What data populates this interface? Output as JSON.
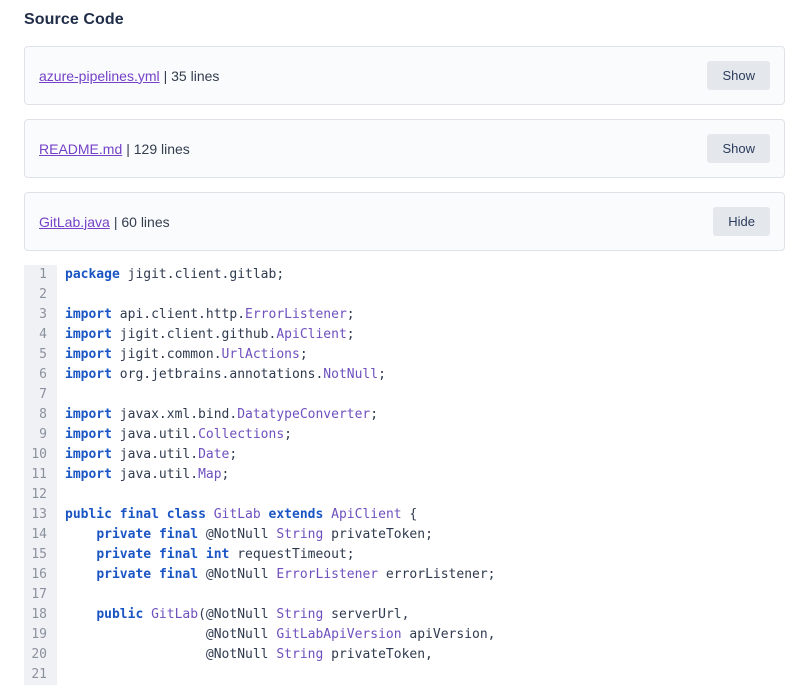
{
  "title": "Source Code",
  "colors": {
    "link_purple": "#7442c8",
    "keyword_blue": "#1a55c4",
    "type_purple": "#6e50be",
    "code_text": "#2f3a4f",
    "panel_bg": "#fafbfc",
    "panel_border": "#dfe2e6",
    "button_bg": "#e4e7eb",
    "gutter_bg": "#f0f1f4"
  },
  "files": [
    {
      "name": "azure-pipelines.yml",
      "lines_label": "| 35 lines",
      "toggle": "Show",
      "expanded": false
    },
    {
      "name": "README.md",
      "lines_label": "| 129 lines",
      "toggle": "Show",
      "expanded": false
    },
    {
      "name": "GitLab.java",
      "lines_label": "| 60 lines",
      "toggle": "Hide",
      "expanded": true
    }
  ],
  "code": {
    "file": "GitLab.java",
    "total_lines": 60,
    "visible_lines": [
      {
        "n": 1,
        "tokens": [
          [
            "kw",
            "package"
          ],
          [
            "pl",
            " jigit.client.gitlab;"
          ]
        ]
      },
      {
        "n": 2,
        "tokens": []
      },
      {
        "n": 3,
        "tokens": [
          [
            "kw",
            "import"
          ],
          [
            "pl",
            " api.client.http."
          ],
          [
            "ty",
            "ErrorListener"
          ],
          [
            "pl",
            ";"
          ]
        ]
      },
      {
        "n": 4,
        "tokens": [
          [
            "kw",
            "import"
          ],
          [
            "pl",
            " jigit.client.github."
          ],
          [
            "ty",
            "ApiClient"
          ],
          [
            "pl",
            ";"
          ]
        ]
      },
      {
        "n": 5,
        "tokens": [
          [
            "kw",
            "import"
          ],
          [
            "pl",
            " jigit.common."
          ],
          [
            "ty",
            "UrlActions"
          ],
          [
            "pl",
            ";"
          ]
        ]
      },
      {
        "n": 6,
        "tokens": [
          [
            "kw",
            "import"
          ],
          [
            "pl",
            " org.jetbrains.annotations."
          ],
          [
            "ty",
            "NotNull"
          ],
          [
            "pl",
            ";"
          ]
        ]
      },
      {
        "n": 7,
        "tokens": []
      },
      {
        "n": 8,
        "tokens": [
          [
            "kw",
            "import"
          ],
          [
            "pl",
            " javax.xml.bind."
          ],
          [
            "ty",
            "DatatypeConverter"
          ],
          [
            "pl",
            ";"
          ]
        ]
      },
      {
        "n": 9,
        "tokens": [
          [
            "kw",
            "import"
          ],
          [
            "pl",
            " java.util."
          ],
          [
            "ty",
            "Collections"
          ],
          [
            "pl",
            ";"
          ]
        ]
      },
      {
        "n": 10,
        "tokens": [
          [
            "kw",
            "import"
          ],
          [
            "pl",
            " java.util."
          ],
          [
            "ty",
            "Date"
          ],
          [
            "pl",
            ";"
          ]
        ]
      },
      {
        "n": 11,
        "tokens": [
          [
            "kw",
            "import"
          ],
          [
            "pl",
            " java.util."
          ],
          [
            "ty",
            "Map"
          ],
          [
            "pl",
            ";"
          ]
        ]
      },
      {
        "n": 12,
        "tokens": []
      },
      {
        "n": 13,
        "tokens": [
          [
            "kw",
            "public"
          ],
          [
            "pl",
            " "
          ],
          [
            "kw",
            "final"
          ],
          [
            "pl",
            " "
          ],
          [
            "kw",
            "class"
          ],
          [
            "pl",
            " "
          ],
          [
            "ty",
            "GitLab"
          ],
          [
            "pl",
            " "
          ],
          [
            "kw",
            "extends"
          ],
          [
            "pl",
            " "
          ],
          [
            "ty",
            "ApiClient"
          ],
          [
            "pl",
            " {"
          ]
        ]
      },
      {
        "n": 14,
        "tokens": [
          [
            "pl",
            "    "
          ],
          [
            "kw",
            "private"
          ],
          [
            "pl",
            " "
          ],
          [
            "kw",
            "final"
          ],
          [
            "pl",
            " "
          ],
          [
            "ann",
            "@NotNull"
          ],
          [
            "pl",
            " "
          ],
          [
            "ty",
            "String"
          ],
          [
            "pl",
            " privateToken;"
          ]
        ]
      },
      {
        "n": 15,
        "tokens": [
          [
            "pl",
            "    "
          ],
          [
            "kw",
            "private"
          ],
          [
            "pl",
            " "
          ],
          [
            "kw",
            "final"
          ],
          [
            "pl",
            " "
          ],
          [
            "kw",
            "int"
          ],
          [
            "pl",
            " requestTimeout;"
          ]
        ]
      },
      {
        "n": 16,
        "tokens": [
          [
            "pl",
            "    "
          ],
          [
            "kw",
            "private"
          ],
          [
            "pl",
            " "
          ],
          [
            "kw",
            "final"
          ],
          [
            "pl",
            " "
          ],
          [
            "ann",
            "@NotNull"
          ],
          [
            "pl",
            " "
          ],
          [
            "ty",
            "ErrorListener"
          ],
          [
            "pl",
            " errorListener;"
          ]
        ]
      },
      {
        "n": 17,
        "tokens": []
      },
      {
        "n": 18,
        "tokens": [
          [
            "pl",
            "    "
          ],
          [
            "kw",
            "public"
          ],
          [
            "pl",
            " "
          ],
          [
            "ty",
            "GitLab"
          ],
          [
            "pl",
            "("
          ],
          [
            "ann",
            "@NotNull"
          ],
          [
            "pl",
            " "
          ],
          [
            "ty",
            "String"
          ],
          [
            "pl",
            " serverUrl,"
          ]
        ]
      },
      {
        "n": 19,
        "tokens": [
          [
            "pl",
            "                  "
          ],
          [
            "ann",
            "@NotNull"
          ],
          [
            "pl",
            " "
          ],
          [
            "ty",
            "GitLabApiVersion"
          ],
          [
            "pl",
            " apiVersion,"
          ]
        ]
      },
      {
        "n": 20,
        "tokens": [
          [
            "pl",
            "                  "
          ],
          [
            "ann",
            "@NotNull"
          ],
          [
            "pl",
            " "
          ],
          [
            "ty",
            "String"
          ],
          [
            "pl",
            " privateToken,"
          ]
        ]
      },
      {
        "n": 21,
        "tokens": []
      }
    ]
  }
}
